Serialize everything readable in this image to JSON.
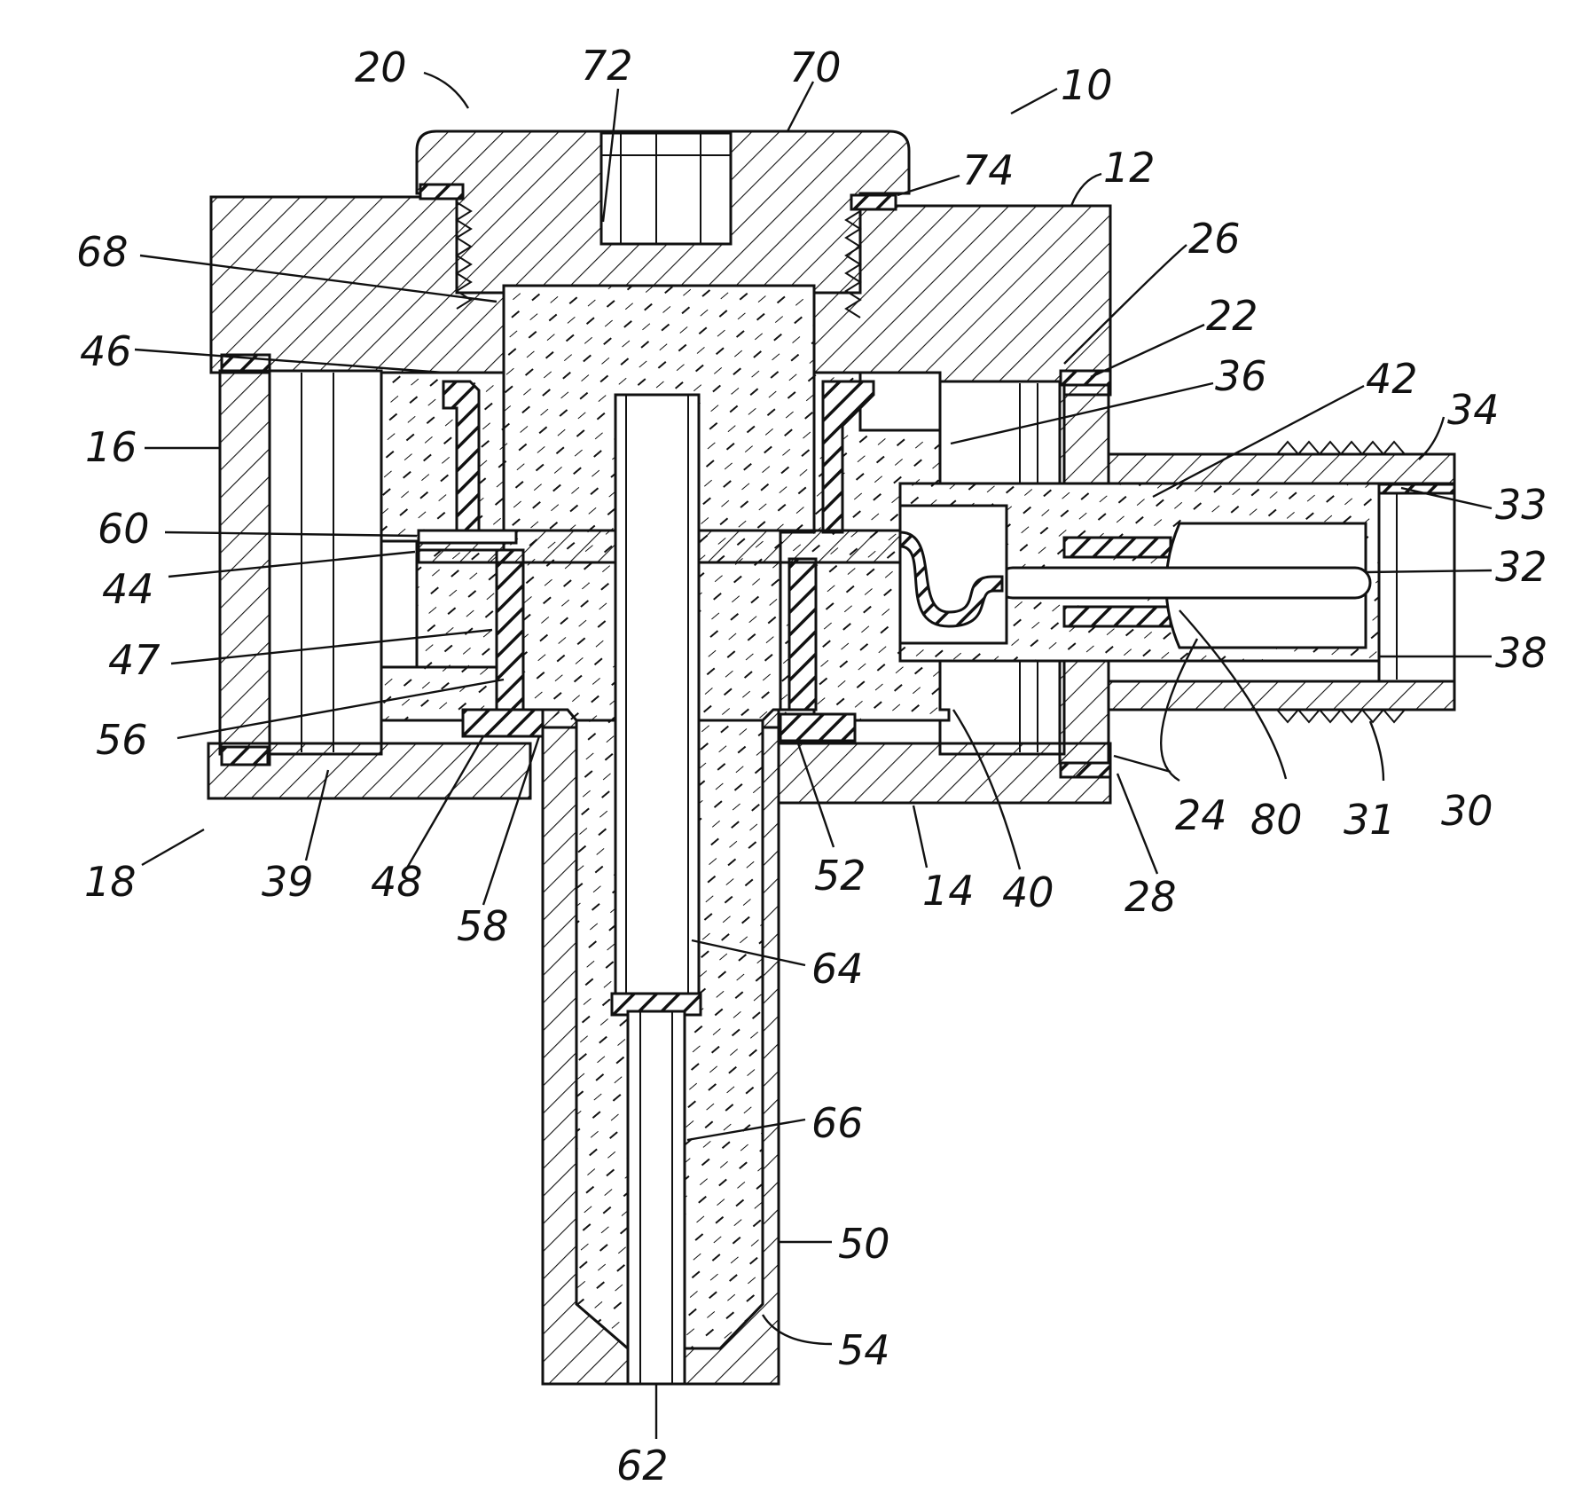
{
  "figure": {
    "labels": [
      {
        "id": "l20",
        "text": "20"
      },
      {
        "id": "l72",
        "text": "72"
      },
      {
        "id": "l70",
        "text": "70"
      },
      {
        "id": "l10",
        "text": "10"
      },
      {
        "id": "l74",
        "text": "74"
      },
      {
        "id": "l12",
        "text": "12"
      },
      {
        "id": "l68",
        "text": "68"
      },
      {
        "id": "l26",
        "text": "26"
      },
      {
        "id": "l22",
        "text": "22"
      },
      {
        "id": "l46",
        "text": "46"
      },
      {
        "id": "l36",
        "text": "36"
      },
      {
        "id": "l42",
        "text": "42"
      },
      {
        "id": "l34",
        "text": "34"
      },
      {
        "id": "l16",
        "text": "16"
      },
      {
        "id": "l33",
        "text": "33"
      },
      {
        "id": "l60",
        "text": "60"
      },
      {
        "id": "l44",
        "text": "44"
      },
      {
        "id": "l32",
        "text": "32"
      },
      {
        "id": "l47",
        "text": "47"
      },
      {
        "id": "l38",
        "text": "38"
      },
      {
        "id": "l56",
        "text": "56"
      },
      {
        "id": "l24",
        "text": "24"
      },
      {
        "id": "l80",
        "text": "80"
      },
      {
        "id": "l31",
        "text": "31"
      },
      {
        "id": "l30",
        "text": "30"
      },
      {
        "id": "l18",
        "text": "18"
      },
      {
        "id": "l39",
        "text": "39"
      },
      {
        "id": "l48",
        "text": "48"
      },
      {
        "id": "l52",
        "text": "52"
      },
      {
        "id": "l14",
        "text": "14"
      },
      {
        "id": "l40",
        "text": "40"
      },
      {
        "id": "l28",
        "text": "28"
      },
      {
        "id": "l58",
        "text": "58"
      },
      {
        "id": "l64",
        "text": "64"
      },
      {
        "id": "l66",
        "text": "66"
      },
      {
        "id": "l50",
        "text": "50"
      },
      {
        "id": "l54",
        "text": "54"
      },
      {
        "id": "l62",
        "text": "62"
      }
    ]
  }
}
